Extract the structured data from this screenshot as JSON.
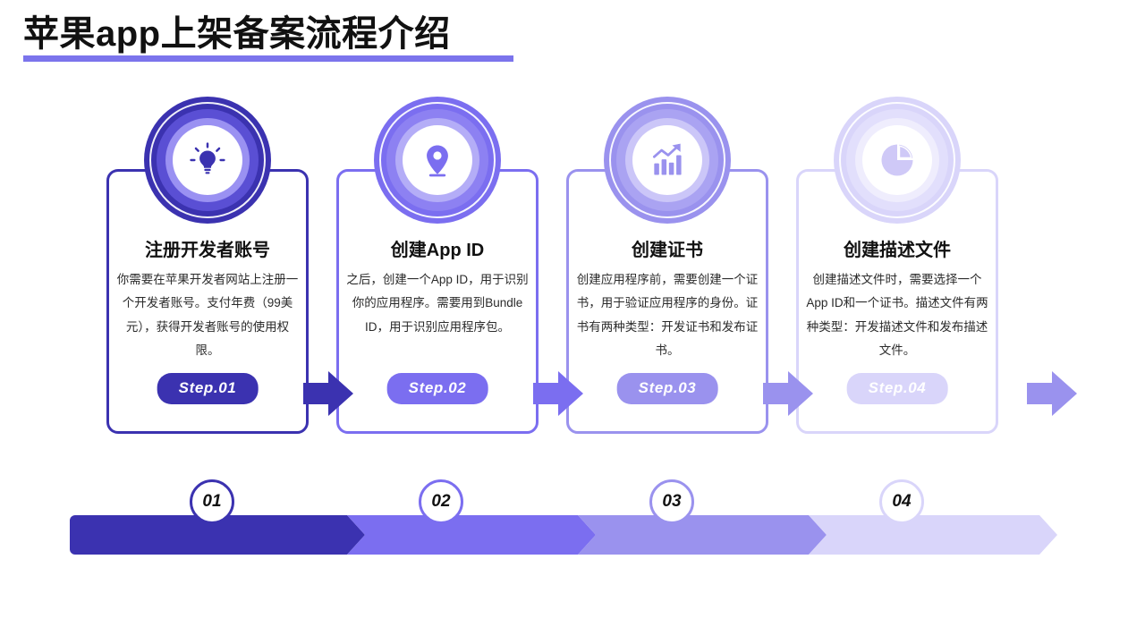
{
  "title": "苹果app上架备案流程介绍",
  "colors": {
    "step1": "#3b32b0",
    "step2": "#7b6ef0",
    "step3": "#9a92ee",
    "step4": "#d9d5fa",
    "title_underline": "#7b74ec",
    "circle1": "#3b32b0",
    "circle2": "#7b6ef0",
    "circle3": "#9a92ee",
    "circle4": "#d9d5fa"
  },
  "cards": [
    {
      "icon": "lightbulb-icon",
      "title": "注册开发者账号",
      "body": "你需要在苹果开发者网站上注册一个开发者账号。支付年费（99美元），获得开发者账号的使用权限。",
      "step_label": "Step.01"
    },
    {
      "icon": "location-pin-icon",
      "title": "创建App ID",
      "body": "之后，创建一个App ID，用于识别你的应用程序。需要用到Bundle ID，用于识别应用程序包。",
      "step_label": "Step.02"
    },
    {
      "icon": "bar-chart-growth-icon",
      "title": "创建证书",
      "body": "创建应用程序前，需要创建一个证书，用于验证应用程序的身份。证书有两种类型：开发证书和发布证书。",
      "step_label": "Step.03"
    },
    {
      "icon": "pie-chart-icon",
      "title": "创建描述文件",
      "body": "创建描述文件时，需要选择一个App ID和一个证书。描述文件有两种类型：开发描述文件和发布描述文件。",
      "step_label": "Step.04"
    }
  ],
  "timeline": {
    "markers": [
      "01",
      "02",
      "03",
      "04"
    ]
  }
}
